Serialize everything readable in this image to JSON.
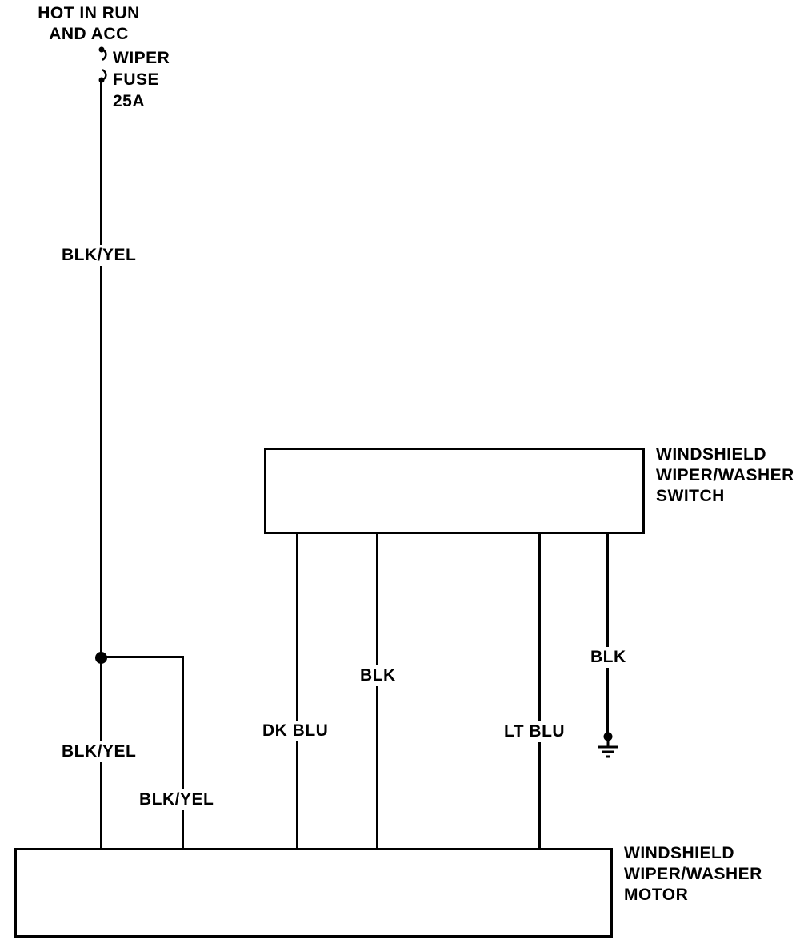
{
  "power_source": {
    "line1": "HOT IN RUN",
    "line2": "AND ACC"
  },
  "fuse": {
    "line1": "WIPER",
    "line2": "FUSE",
    "line3": "25A"
  },
  "switch_box": {
    "line1": "WINDSHIELD",
    "line2": "WIPER/WASHER",
    "line3": "SWITCH"
  },
  "motor_box": {
    "line1": "WINDSHIELD",
    "line2": "WIPER/WASHER",
    "line3": "MOTOR"
  },
  "wires": {
    "main_feed": "BLK/YEL",
    "left_branch": "BLK/YEL",
    "right_branch": "BLK/YEL",
    "dk_blu": "DK BLU",
    "blk_center": "BLK",
    "lt_blu": "LT BLU",
    "blk_ground": "BLK"
  },
  "colors": {
    "line": "#000000",
    "background": "#ffffff"
  }
}
